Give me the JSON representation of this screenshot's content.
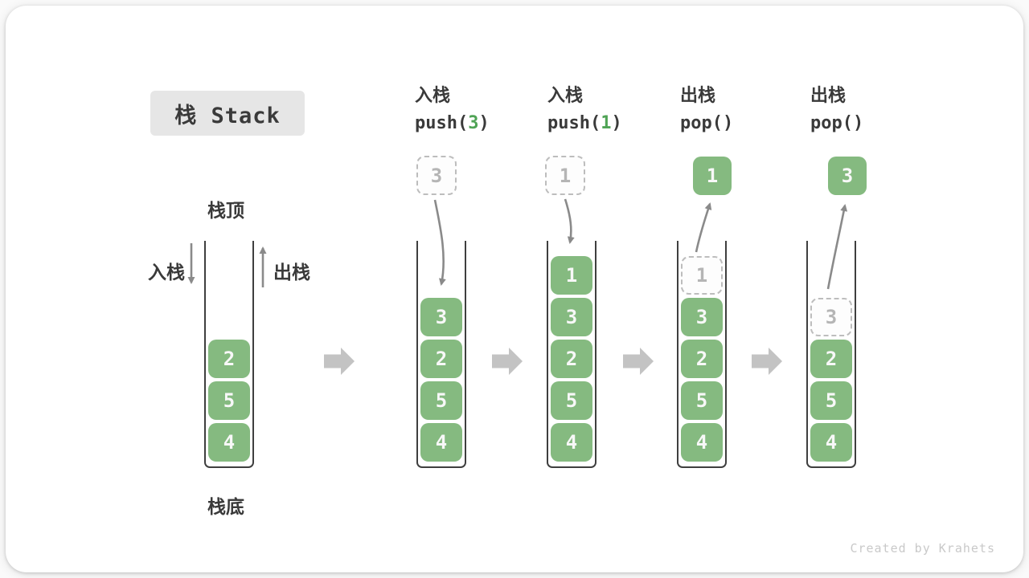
{
  "title": "栈 Stack",
  "labels": {
    "stack_top": "栈顶",
    "stack_bottom": "栈底",
    "push_side": "入栈",
    "pop_side": "出栈"
  },
  "watermark": "Created by Krahets",
  "colors": {
    "box_green": "#85ba80",
    "code_arg_green": "#4fa355",
    "ghost_gray": "#bdbdbd",
    "thin_arrow_gray": "#8a8a8a",
    "step_arrow_gray": "#c3c3c3",
    "wall_dark": "#3f3f3f",
    "title_bg": "#e6e6e6"
  },
  "columns": [
    {
      "name": "initial",
      "cells": [
        {
          "v": "2"
        },
        {
          "v": "5"
        },
        {
          "v": "4"
        }
      ]
    },
    {
      "name": "push-3",
      "op": "入栈",
      "code_pre": "push(",
      "code_arg": "3",
      "code_post": ")",
      "float": {
        "v": "3",
        "type": "ghost"
      },
      "cells": [
        {
          "v": "3"
        },
        {
          "v": "2"
        },
        {
          "v": "5"
        },
        {
          "v": "4"
        }
      ]
    },
    {
      "name": "push-1",
      "op": "入栈",
      "code_pre": "push(",
      "code_arg": "1",
      "code_post": ")",
      "float": {
        "v": "1",
        "type": "ghost"
      },
      "cells": [
        {
          "v": "1"
        },
        {
          "v": "3"
        },
        {
          "v": "2"
        },
        {
          "v": "5"
        },
        {
          "v": "4"
        }
      ]
    },
    {
      "name": "pop-1",
      "op": "出栈",
      "code_pre": "pop(",
      "code_arg": "",
      "code_post": ")",
      "float": {
        "v": "1",
        "type": "solid"
      },
      "cells": [
        {
          "v": "1",
          "ghost": true
        },
        {
          "v": "3"
        },
        {
          "v": "2"
        },
        {
          "v": "5"
        },
        {
          "v": "4"
        }
      ]
    },
    {
      "name": "pop-3",
      "op": "出栈",
      "code_pre": "pop(",
      "code_arg": "",
      "code_post": ")",
      "float": {
        "v": "3",
        "type": "solid"
      },
      "cells": [
        {
          "v": "3",
          "ghost": true
        },
        {
          "v": "2"
        },
        {
          "v": "5"
        },
        {
          "v": "4"
        }
      ]
    }
  ]
}
